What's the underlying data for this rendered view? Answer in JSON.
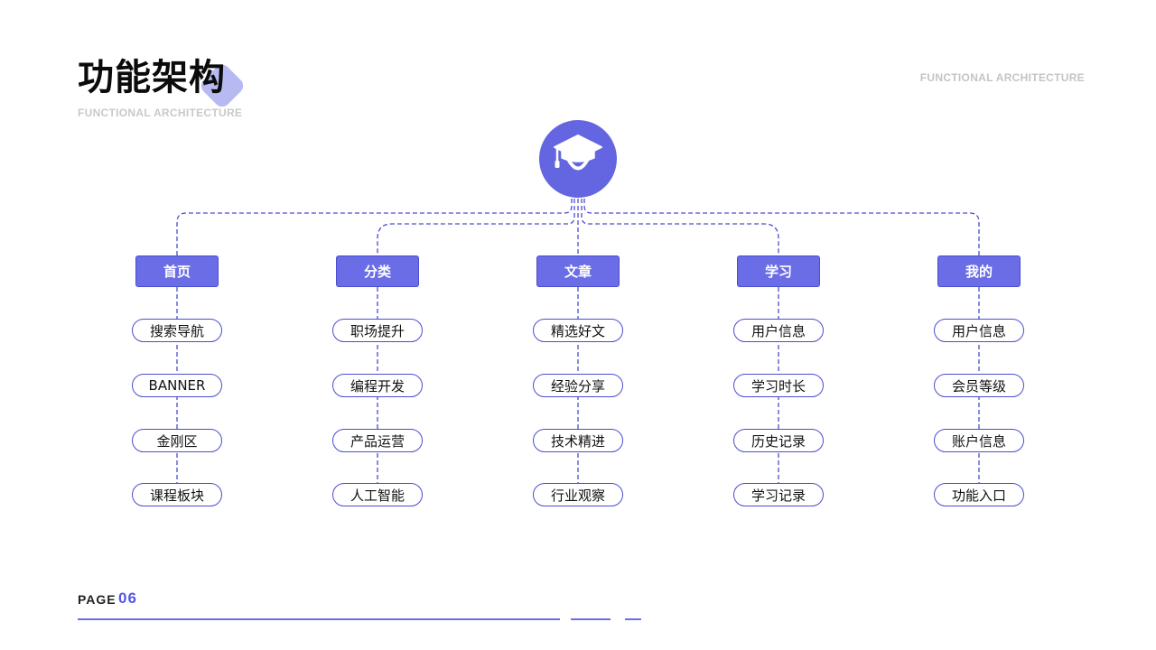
{
  "header": {
    "title": "功能架构",
    "subtitle": "FUNCTIONAL ARCHITECTURE",
    "top_right_label": "FUNCTIONAL ARCHITECTURE"
  },
  "diagram": {
    "root_icon": "graduation-cap-icon",
    "categories": [
      {
        "label": "首页",
        "items": [
          "搜索导航",
          "BANNER",
          "金刚区",
          "课程板块"
        ]
      },
      {
        "label": "分类",
        "items": [
          "职场提升",
          "编程开发",
          "产品运营",
          "人工智能"
        ]
      },
      {
        "label": "文章",
        "items": [
          "精选好文",
          "经验分享",
          "技术精进",
          "行业观察"
        ]
      },
      {
        "label": "学习",
        "items": [
          "用户信息",
          "学习时长",
          "历史记录",
          "学习记录"
        ]
      },
      {
        "label": "我的",
        "items": [
          "用户信息",
          "会员等级",
          "账户信息",
          "功能入口"
        ]
      }
    ]
  },
  "footer": {
    "page_label": "PAGE",
    "page_number": "06"
  },
  "colors": {
    "accent": "#6366e0",
    "border": "#4a4dd0",
    "deco": "#b7baf2",
    "muted_text": "#c9c9c9"
  }
}
